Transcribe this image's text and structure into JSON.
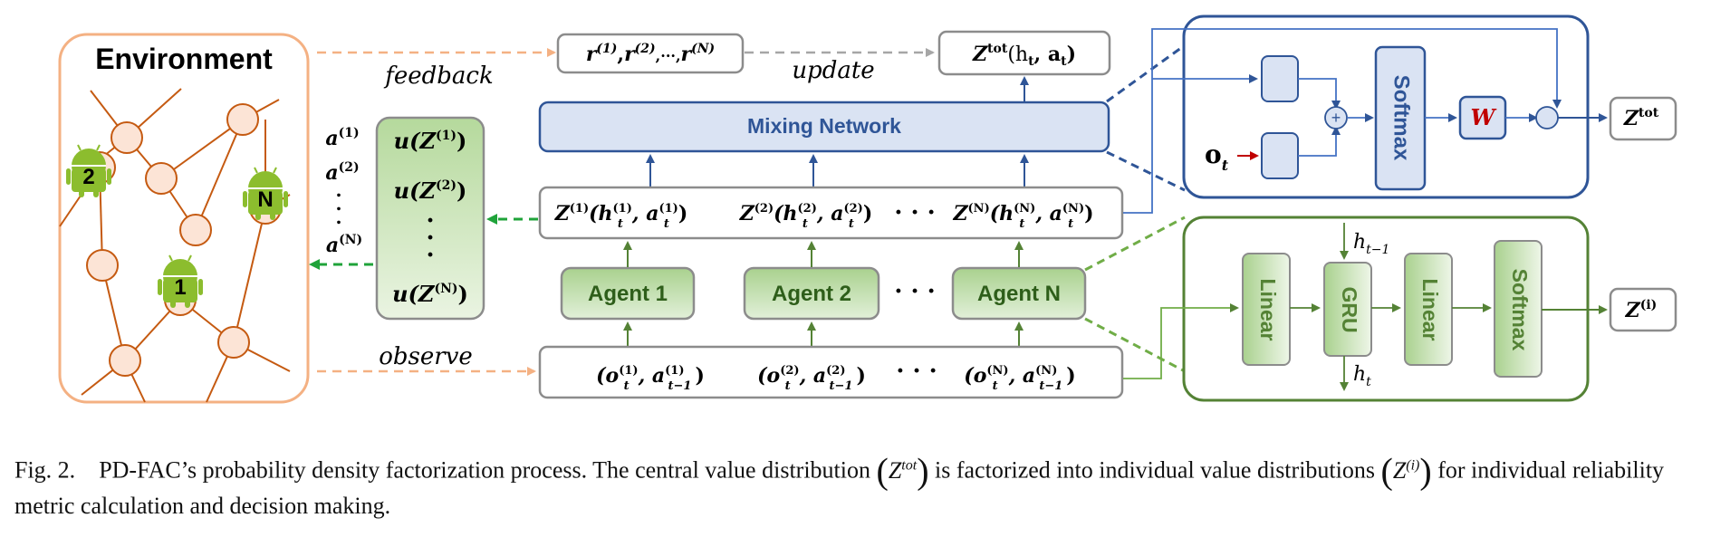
{
  "environment": {
    "title": "Environment",
    "agent_labels": [
      "2",
      "N",
      "1"
    ]
  },
  "arrows": {
    "feedback": "feedback",
    "update": "update",
    "observe": "observe"
  },
  "rewards": {
    "r1": "r",
    "r1_sup": "(1)",
    "sep1": ",",
    "r2": "r",
    "r2_sup": "(2)",
    "sep2": ",···,",
    "rN": "r",
    "rN_sup": "(N)"
  },
  "ztot_top": {
    "z": "Z",
    "sup": "tot",
    "args": "(h",
    "sub_t": "t",
    "comma": ", a",
    "sub_t2": "t",
    "close": ")"
  },
  "mixing_network": {
    "label": "Mixing Network"
  },
  "utility": {
    "u1": "u(Z",
    "u1_sup": "(1)",
    "u1_close": ")",
    "u2": "u(Z",
    "u2_sup": "(2)",
    "u2_close": ")",
    "dots": ".",
    "uN": "u(Z",
    "uN_sup": "(N)",
    "uN_close": ")"
  },
  "actions": {
    "a1": "a",
    "a1_sup": "(1)",
    "a2": "a",
    "a2_sup": "(2)",
    "aN": "a",
    "aN_sup": "(N)"
  },
  "z_row": {
    "items": [
      {
        "z": "Z",
        "sup": "(1)",
        "h": "(h",
        "hsup": "(1)",
        "hsub": "t",
        "a": ", a",
        "asup": "(1)",
        "asub": "t",
        "close": ")"
      },
      {
        "z": "Z",
        "sup": "(2)",
        "h": "(h",
        "hsup": "(2)",
        "hsub": "t",
        "a": ", a",
        "asup": "(2)",
        "asub": "t",
        "close": ")"
      },
      {
        "z": "Z",
        "sup": "(N)",
        "h": "(h",
        "hsup": "(N)",
        "hsub": "t",
        "a": ", a",
        "asup": "(N)",
        "asub": "t",
        "close": ")"
      }
    ],
    "ellipsis": "· · ·"
  },
  "agents": {
    "labels": [
      "Agent 1",
      "Agent 2",
      "Agent N"
    ],
    "ellipsis": "· · ·"
  },
  "obs_row": {
    "items": [
      {
        "o": "(o",
        "osup": "(1)",
        "osub": "t",
        "a": ", a",
        "asup": "(1)",
        "asub": "t−1",
        "close": ")"
      },
      {
        "o": "(o",
        "osup": "(2)",
        "osub": "t",
        "a": ", a",
        "asup": "(2)",
        "asub": "t−1",
        "close": ")"
      },
      {
        "o": "(o",
        "osup": "(N)",
        "osub": "t",
        "a": ", a",
        "asup": "(N)",
        "asub": "t−1",
        "close": ")"
      }
    ],
    "ellipsis": "· · ·"
  },
  "mixer_detail": {
    "input": "o",
    "input_sub": "t",
    "softmax": "Softmax",
    "w": "W",
    "plus": "+",
    "output": "Z",
    "output_sup": "tot"
  },
  "agent_detail": {
    "linear1": "Linear",
    "gru": "GRU",
    "linear2": "Linear",
    "softmax": "Softmax",
    "h_in": "h",
    "h_in_sub": "t−1",
    "h_out": "h",
    "h_out_sub": "t",
    "output": "Z",
    "output_sup": "(i)"
  },
  "caption": {
    "prefix": "Fig. 2.",
    "text1": "PD-FAC’s probability density factorization process. The central value distribution",
    "ztot": "Z",
    "ztot_sup": "tot",
    "text2": "is factorized into individual value distributions",
    "zi": "Z",
    "zi_sup": "(i)",
    "text3": "for individual reliability metric calculation and decision making."
  },
  "colors": {
    "orange": "#f4b183",
    "node_fill": "#fce4d6",
    "edge": "#c55a11",
    "blue_border": "#2f5597",
    "blue_fill": "#dae3f3",
    "blue_text": "#2f5597",
    "green_border": "#548235",
    "green_fill_top": "#c5e0b4",
    "green_fill_bottom": "#eef6e8",
    "green_text": "#2e5e1a",
    "gray": "#7f7f7f",
    "red": "#c00000",
    "android": "#8cbd2e"
  }
}
